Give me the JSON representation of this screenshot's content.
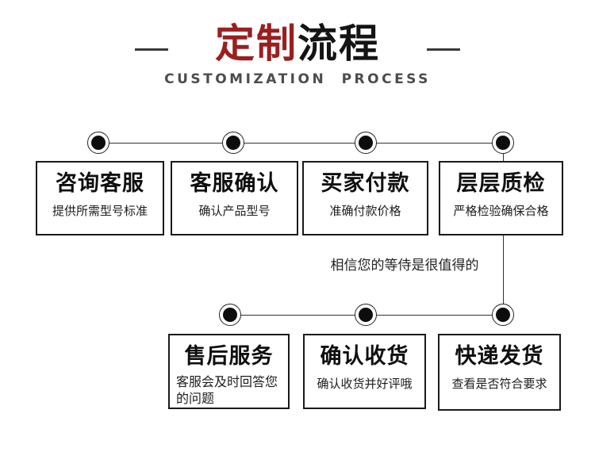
{
  "header": {
    "title_red": "定制",
    "title_black": "流程",
    "subtitle": "CUSTOMIZATION PROCESS"
  },
  "note": "相信您的等侍是很值得的",
  "top_row": [
    {
      "title": "咨询客服",
      "desc": "提供所需型号标准"
    },
    {
      "title": "客服确认",
      "desc": "确认产品型号"
    },
    {
      "title": "买家付款",
      "desc": "准确付款价格"
    },
    {
      "title": "层层质检",
      "desc": "严格检验确保合格"
    }
  ],
  "bottom_row": [
    {
      "title": "售后服务",
      "desc": "客服会及时回答您的问题"
    },
    {
      "title": "确认收货",
      "desc": "确认收货并好评哦"
    },
    {
      "title": "快递发货",
      "desc": "查看是否符合要求"
    }
  ],
  "colors": {
    "accent_red": "#9a1f1f",
    "text_black": "#141414",
    "subtitle_gray": "#4c4c4c",
    "line": "#333333",
    "background": "#ffffff"
  }
}
